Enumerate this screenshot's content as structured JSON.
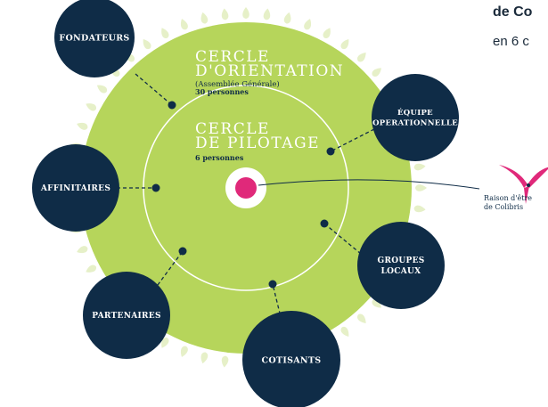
{
  "header": {
    "title_partial": "de Co",
    "subtitle_partial": "en 6 c"
  },
  "colors": {
    "green": "#b6d55b",
    "green_light": "#e6f0c8",
    "navy": "#0f2c47",
    "pink": "#e0297a",
    "white": "#ffffff",
    "dark_text": "#1a2a3a"
  },
  "outer_circle": {
    "title_line1": "Cercle",
    "title_line2": "d'Orientation",
    "note": "(Assemblée Générale)",
    "count": "30 personnes"
  },
  "inner_circle": {
    "title_line1": "Cercle",
    "title_line2": "de Pilotage",
    "count": "6 personnes"
  },
  "center_label": {
    "line1": "Raison d'être",
    "line2": "de Colibris",
    "icon": "hummingbird-icon"
  },
  "satellites": [
    {
      "line1": "Fondateurs",
      "line2": ""
    },
    {
      "line1": "Équipe",
      "line2": "operationnelle"
    },
    {
      "line1": "Affinitaires",
      "line2": ""
    },
    {
      "line1": "Groupes",
      "line2": "locaux"
    },
    {
      "line1": "Partenaires",
      "line2": ""
    },
    {
      "line1": "Cotisants",
      "line2": ""
    }
  ]
}
